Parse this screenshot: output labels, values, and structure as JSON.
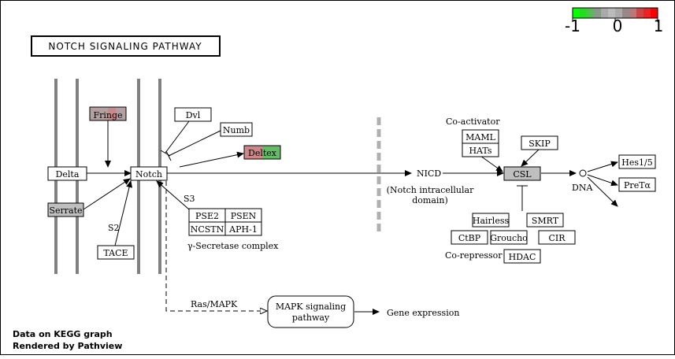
{
  "title": "NOTCH SIGNALING PATHWAY",
  "legend": {
    "min_label": "-1",
    "mid_label": "0",
    "max_label": "1",
    "colors": [
      "#00ff00",
      "#22dd22",
      "#55bb55",
      "#889988",
      "#aaaaaa",
      "#bbbbbb",
      "#aaaaaa",
      "#998888",
      "#bb7777",
      "#cc4444",
      "#ee2222",
      "#ff0000"
    ]
  },
  "nodes": {
    "delta": "Delta",
    "serrate": "Serrate",
    "fringe": "Fringe",
    "notch": "Notch",
    "tace": "TACE",
    "dvl": "Dvl",
    "numb": "Numb",
    "deltex": "Deltex",
    "pse2": "PSE2",
    "psen": "PSEN",
    "ncstn": "NCSTN",
    "aph1": "APH-1",
    "maml": "MAML",
    "hats": "HATs",
    "skip": "SKIP",
    "csl": "CSL",
    "hes15": "Hes1/5",
    "pretalpha": "PreTα",
    "hairless": "Hairless",
    "smrt": "SMRT",
    "ctbp": "CtBP",
    "groucho": "Groucho",
    "cir": "CIR",
    "hdac": "HDAC",
    "mapk": [
      "MAPK signaling",
      "pathway"
    ]
  },
  "labels": {
    "s2": "S2",
    "s3": "S3",
    "gamma_secretase": "γ-Secretase complex",
    "nicd": "NICD",
    "nicd_desc": [
      "(Notch intracellular",
      "domain)"
    ],
    "coactivator": "Co-activator",
    "corepressor": "Co-repressor",
    "dna": "DNA",
    "ras_mapk": "Ras/MAPK",
    "gene_expression": "Gene expression"
  },
  "footer": [
    "Data on KEGG graph",
    "Rendered by Pathview"
  ],
  "colors": {
    "gray": "#bfbfbf",
    "fringe": "#b4a0a0",
    "fringe_band": "#cc8888",
    "deltex_left": "#cc8888",
    "deltex_right": "#66bb66",
    "membrane": "#808080",
    "nuclear_dash": "#b0b0b0"
  }
}
